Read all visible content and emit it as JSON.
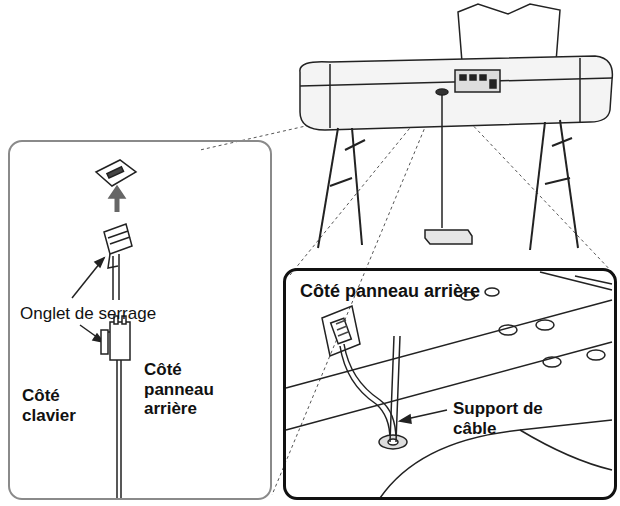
{
  "diagram": {
    "nodes": [
      {
        "text": [
          "Onglet de serrage",
          "Côté clavier",
          "Côté panneau arrière"
        ]
      },
      {
        "text": [
          "Côté panneau arrière",
          "Support de câble"
        ]
      }
    ]
  }
}
